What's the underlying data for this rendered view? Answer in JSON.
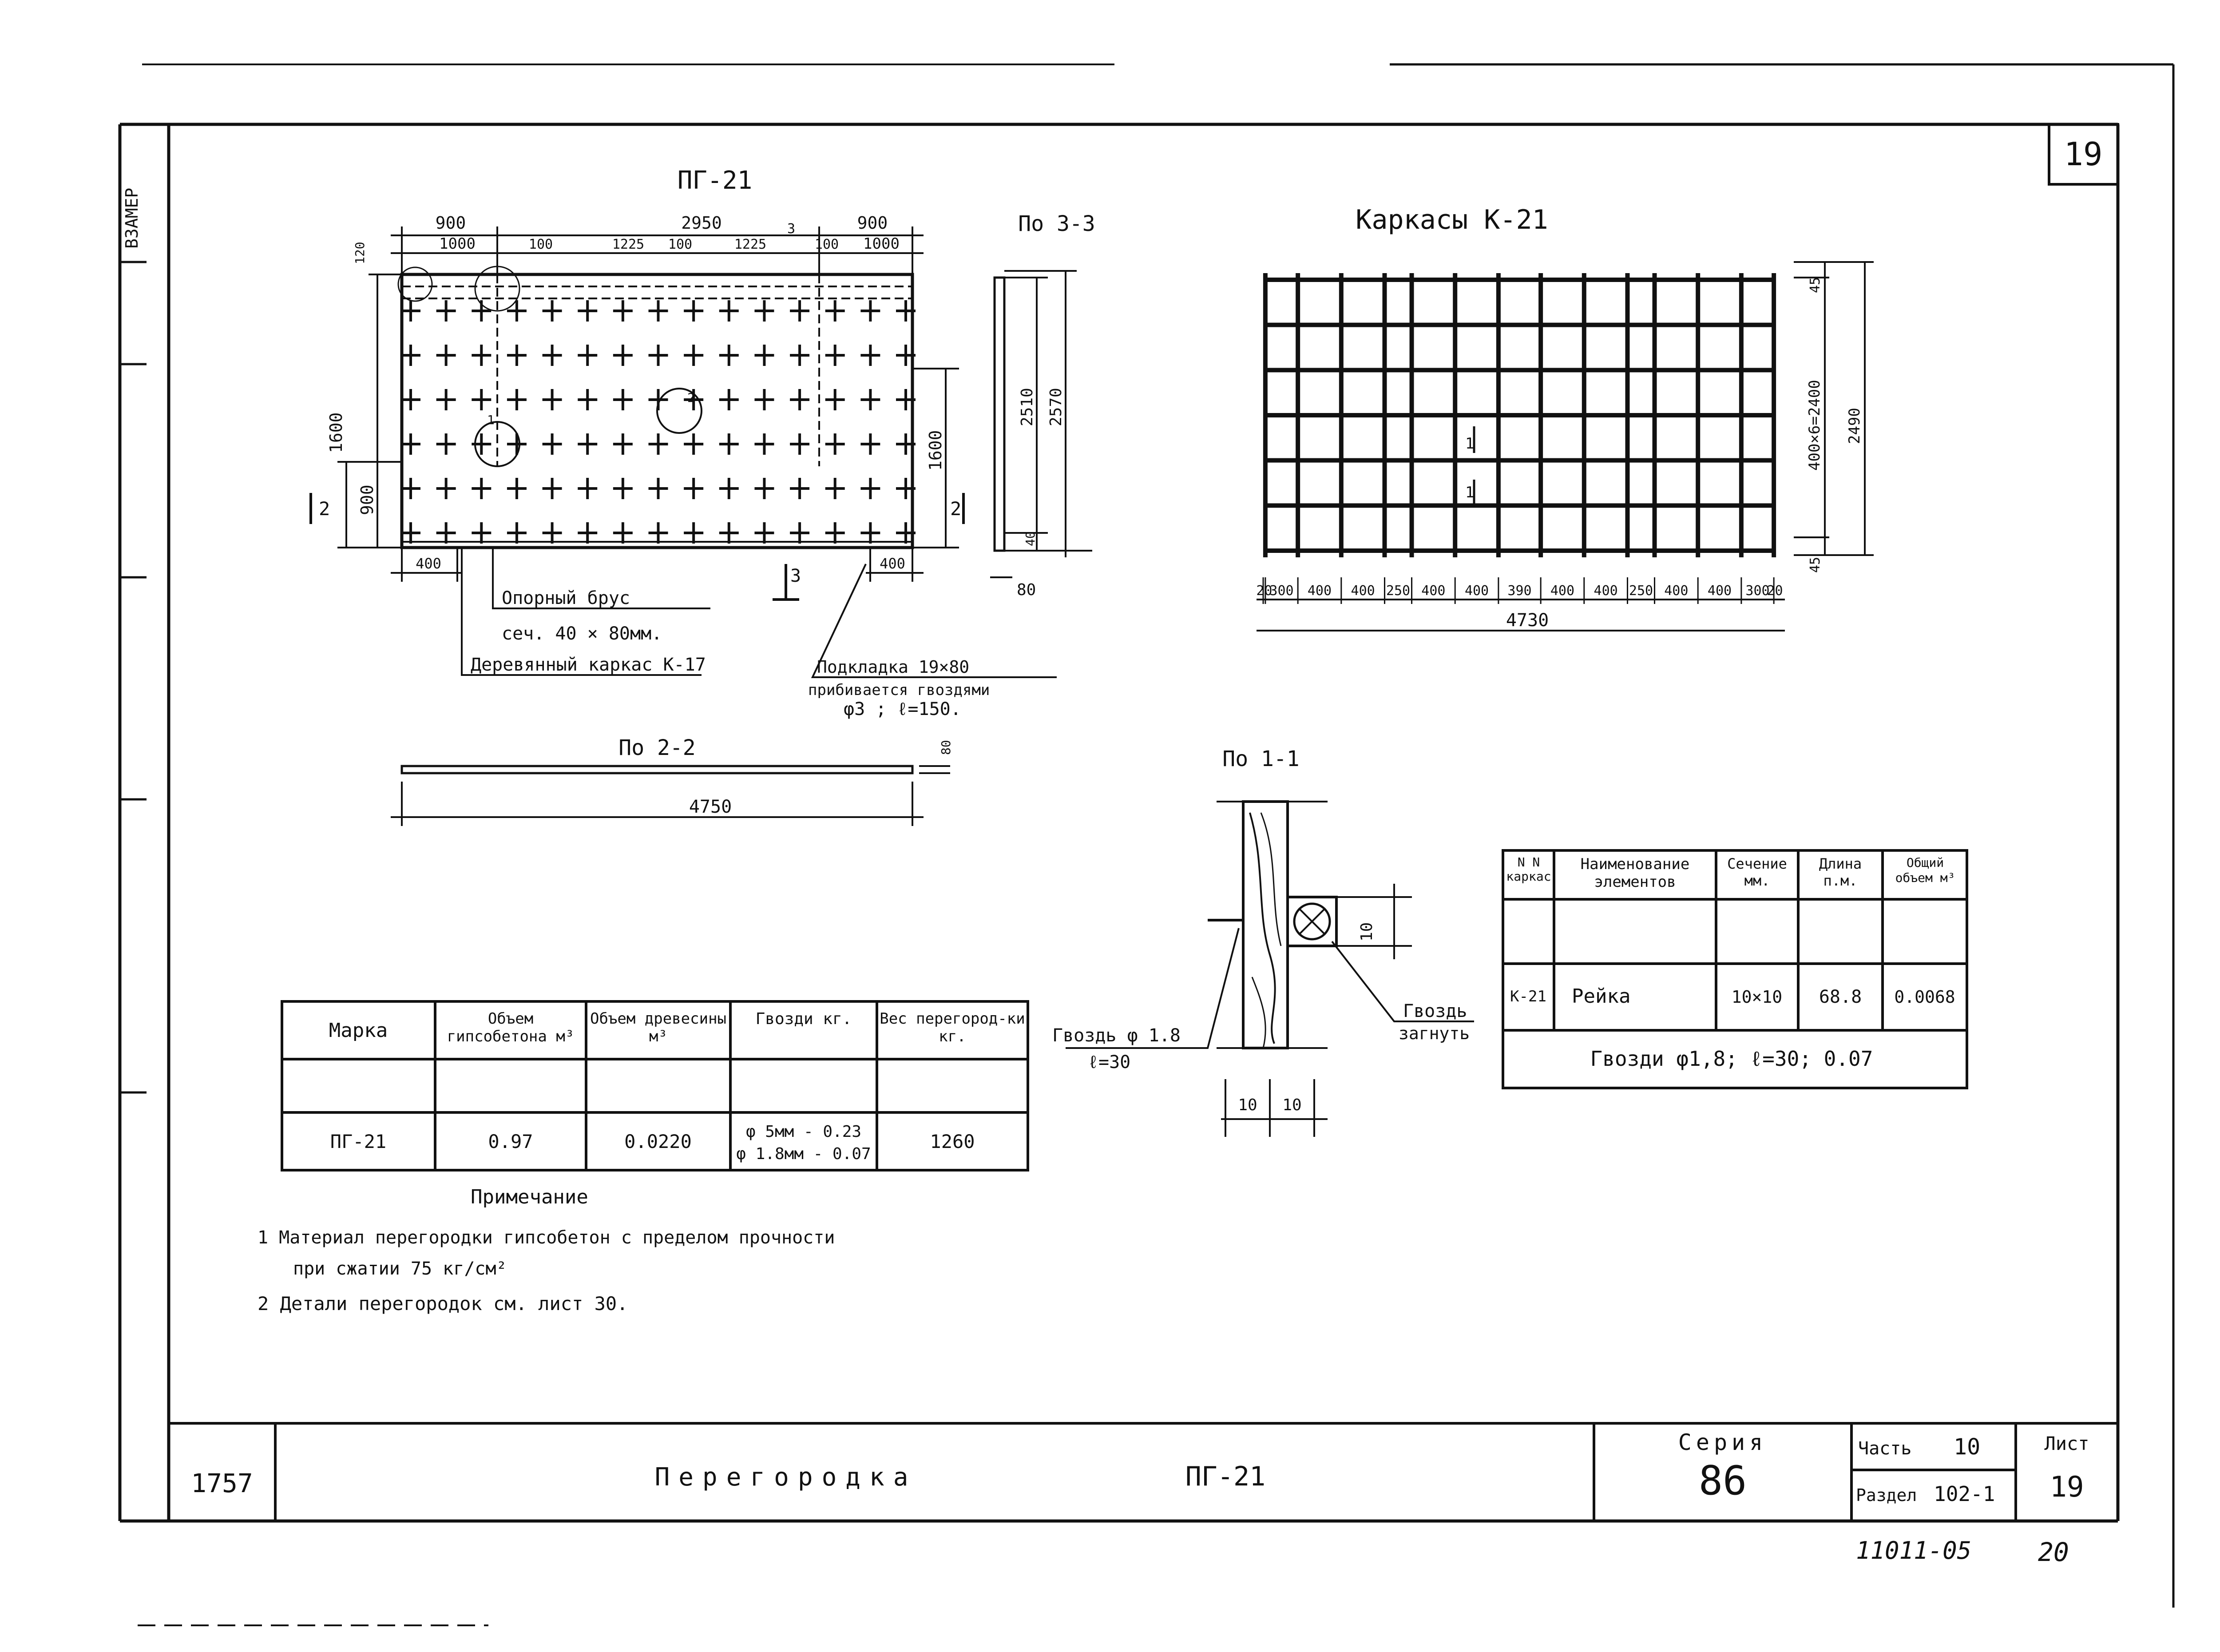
{
  "sheet_number_corner": "19",
  "side_stamp": {
    "text": "ВЗАМЕР"
  },
  "panel": {
    "title": "ПГ-21",
    "dims_top_outer": [
      "900",
      "2950",
      "900"
    ],
    "dims_top_inner": [
      "1000",
      "100",
      "1225",
      "100",
      "1225",
      "3",
      "100",
      "1000"
    ],
    "dim_left_top": "120",
    "dim_height": "1600",
    "dim_lower": "900",
    "dim_right_height": "1600",
    "dims_bottom": [
      "400",
      "400"
    ],
    "section_marks": {
      "left": "2",
      "right": "2",
      "bottom": "3",
      "circle_center": "2",
      "circle_small": "1"
    }
  },
  "labels": {
    "support_beam_1": "Опорный брус",
    "support_beam_2": "сеч. 40 × 80мм.",
    "wood_frame": "Деревянный каркас К-17",
    "shim_1": "Подкладка 19×80",
    "shim_2": "прибивается гвоздями",
    "shim_3": "φ3 ; ℓ=150."
  },
  "section33": {
    "title": "По 3-3",
    "dim_inner": "2510",
    "dim_outer": "2570",
    "dim_bottom": "40",
    "dim_thickness": "80"
  },
  "section22": {
    "title": "По 2-2",
    "dim_length": "4750",
    "dim_thickness": "80"
  },
  "frame": {
    "title": "Каркасы К-21",
    "bottom_dims": [
      "20",
      "300",
      "400",
      "400",
      "250",
      "400",
      "400",
      "390",
      "400",
      "400",
      "250",
      "400",
      "400",
      "300",
      "20"
    ],
    "total_length": "4730",
    "dim_top": "45",
    "dim_middle": "400×6=2400",
    "dim_total_height": "2490",
    "dim_bottom": "45",
    "section_mark": "1"
  },
  "section11": {
    "title": "По 1-1",
    "dim_height": "10",
    "dims_bottom": [
      "10",
      "10"
    ],
    "nail_left_1": "Гвоздь φ 1.8",
    "nail_left_2": "ℓ=30",
    "nail_right_1": "Гвоздь",
    "nail_right_2": "загнуть"
  },
  "table1": {
    "headers": [
      "Марка",
      "Объем гипсобетона м³",
      "Объем древесины м³",
      "Гвозди кг.",
      "Вес перегород-ки кг."
    ],
    "row": {
      "mark": "ПГ-21",
      "vol_gypsum": "0.97",
      "vol_wood": "0.0220",
      "nails_1": "φ 5мм - 0.23",
      "nails_2": "φ 1.8мм - 0.07",
      "weight": "1260"
    }
  },
  "table2": {
    "headers": [
      "N N каркас",
      "Наименование элементов",
      "Сечение мм.",
      "Длина п.м.",
      "Общий объем м³"
    ],
    "row": [
      "К-21",
      "Рейка",
      "10×10",
      "68.8",
      "0.0068"
    ],
    "footer": "Гвозди φ1,8; ℓ=30; 0.07"
  },
  "notes": {
    "heading": "Примечание",
    "line1": "1 Материал перегородки гипсобетон с пределом прочности",
    "line2": "при сжатии 75 кг/см²",
    "line3": "2 Детали перегородок см. лист 30."
  },
  "title_block": {
    "stamp_left": "1757",
    "name": "Перегородка",
    "mark": "ПГ-21",
    "series_label": "Серия",
    "series_value": "86",
    "part_label": "Часть",
    "part_value": "10",
    "section_label": "Раздел",
    "section_value": "102-1",
    "sheet_label": "Лист",
    "sheet_value": "19"
  },
  "footer_code": "11011-05",
  "footer_page": "20"
}
